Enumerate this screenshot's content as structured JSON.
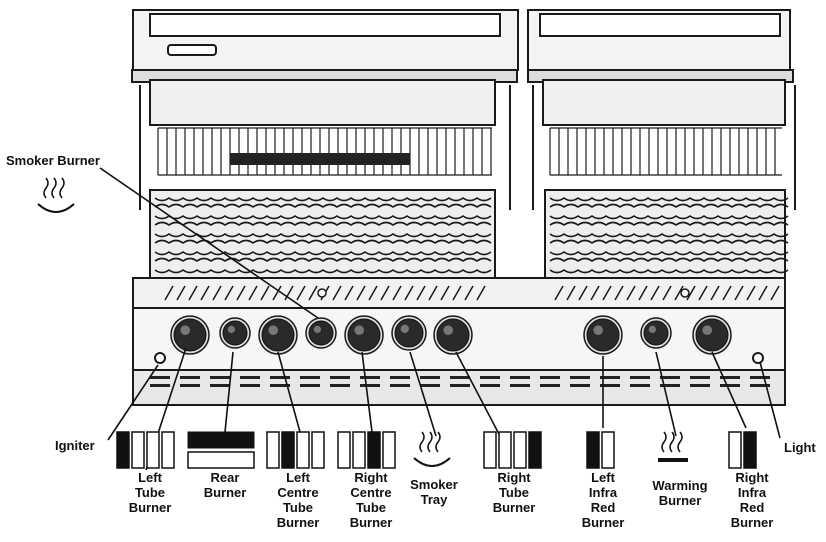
{
  "labels": {
    "smoker_burner": "Smoker Burner",
    "igniter": "Igniter",
    "light": "Light",
    "left_tube_burner": "Left\nTube\nBurner",
    "rear_burner": "Rear\nBurner",
    "left_centre_tube_burner": "Left\nCentre\nTube\nBurner",
    "right_centre_tube_burner": "Right\nCentre\nTube\nBurner",
    "smoker_tray": "Smoker\nTray",
    "right_tube_burner": "Right\nTube\nBurner",
    "left_infra_red_burner": "Left\nInfra\nRed\nBurner",
    "warming_burner": "Warming\nBurner",
    "right_infra_red_burner": "Right\nInfra\nRed\nBurner"
  },
  "icons": [
    {
      "name": "left-tube-burner-icon",
      "type": "burner-bars",
      "count": 4,
      "filled": 0
    },
    {
      "name": "rear-burner-icon",
      "type": "rear-bars",
      "filled": 0
    },
    {
      "name": "left-centre-tube-burner-icon",
      "type": "burner-bars",
      "count": 4,
      "filled": 1
    },
    {
      "name": "right-centre-tube-burner-icon",
      "type": "burner-bars",
      "count": 4,
      "filled": 2
    },
    {
      "name": "smoker-tray-icon",
      "type": "steam"
    },
    {
      "name": "right-tube-burner-icon",
      "type": "burner-bars",
      "count": 4,
      "filled": 3
    },
    {
      "name": "left-infra-red-burner-icon",
      "type": "burner-bars",
      "count": 2,
      "filled": 0
    },
    {
      "name": "warming-burner-icon",
      "type": "warming"
    },
    {
      "name": "right-infra-red-burner-icon",
      "type": "burner-bars",
      "count": 2,
      "filled": 1
    },
    {
      "name": "smoker-burner-icon",
      "type": "steam"
    }
  ],
  "colors": {
    "line": "#1a1a1a",
    "metal": "#e4e4e4",
    "dark": "#2a2a2a",
    "fill": "#111111"
  }
}
